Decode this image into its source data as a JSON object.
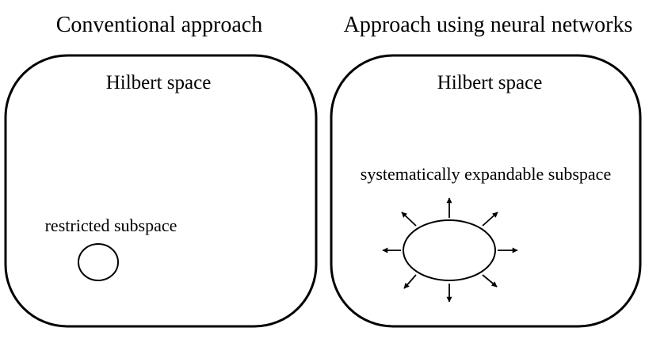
{
  "left_panel": {
    "title": "Conventional approach",
    "space_label": "Hilbert space",
    "subspace_label": "restricted subspace"
  },
  "right_panel": {
    "title": "Approach using neural networks",
    "space_label": "Hilbert space",
    "subspace_label": "systematically expandable subspace"
  },
  "colors": {
    "stroke": "#000000",
    "background": "#ffffff"
  }
}
